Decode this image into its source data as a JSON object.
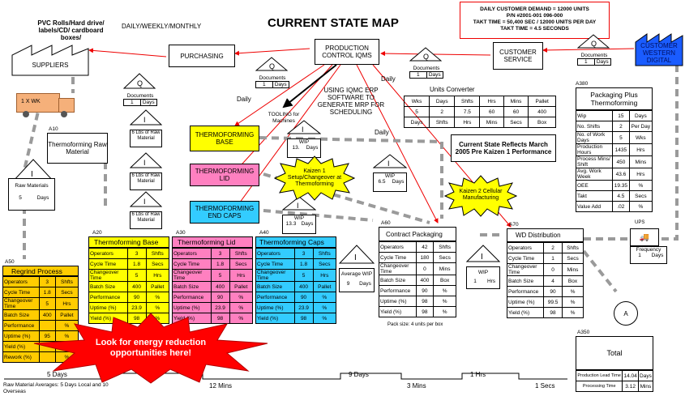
{
  "title": "CURRENT STATE MAP",
  "frequency_top": "DAILY/WEEKLY/MONTHLY",
  "demand": [
    "DAILY CUSTOMER DEMAND = 12000 UNITS",
    "P/N #2001-001 096-000",
    "TAKT TIME = 50,400 SEC / 12000 UNITS PER DAY",
    "TAKT TIME = 4.5 SECONDS"
  ],
  "supplier_label": "PVC Rolls/Hard drive/ labels/CD/ cardboard boxes/",
  "suppliers": "SUPPLIERS",
  "purchasing": "PURCHASING",
  "production_control": "PRODUCTION CONTROL IQMS",
  "customer_service": "CUSTOMER SERVICE",
  "customer": "CUSTOMER WESTERN DIGITAL",
  "documents": [
    {
      "q": "Q",
      "label": "Documents",
      "v": "1",
      "u": "Days"
    },
    {
      "q": "Q",
      "label": "Documents",
      "v": "1",
      "u": "Days"
    },
    {
      "q": "Q",
      "label": "Documents",
      "v": "1",
      "u": "Days"
    },
    {
      "q": "Q",
      "label": "Documents",
      "v": "1",
      "u": "Days"
    }
  ],
  "daily": [
    "Daily",
    "Daily",
    "Daily"
  ],
  "truck": "1 X WK",
  "iqmc_note": "USING IQMC ERP SOFTWARE TO GENERATE MRP FOR SCHEDULING",
  "tooling": "TOOLING for Machines",
  "units_converter": {
    "title": "Units Converter",
    "values": [
      "5",
      "2",
      "7.5",
      "60",
      "60",
      "400"
    ],
    "units": [
      "Wks",
      "Days",
      "Shfts",
      "Hrs",
      "Mins",
      "Secs",
      "Pallet",
      "Box"
    ],
    "top": [
      "Wks",
      "Days",
      "Shfts",
      "Hrs",
      "Mins",
      "Pallet"
    ],
    "bottom": [
      "Days",
      "Shfts",
      "Hrs",
      "Mins",
      "Secs",
      "Box"
    ]
  },
  "current_state_note": "Current State Reflects March 2005 Pre Kaizen 1 Performance",
  "kaizen1": "Kaizen 1 Setup/Changeover at Thermoforming",
  "kaizen2": "Kaizen 2 Cellular Manufacturing",
  "a10": {
    "id": "A10",
    "label": "Thermoforming Raw Material"
  },
  "raw_inv": {
    "label": "Raw Materials",
    "v": "5",
    "u": "Days"
  },
  "lbs": [
    "6 Lbs of Raw Material",
    "6 Lbs of Raw Material",
    "6 Lbs of Raw Material"
  ],
  "thermo_base": "THERMOFORMING BASE",
  "thermo_lid": "THERMOFORMING LID",
  "thermo_caps": "THERMOFORMING END CAPS",
  "wip": [
    {
      "label": "WIP",
      "v": "13.",
      "u": "Days"
    },
    {
      "label": "WIP",
      "v": "6.5",
      "u": "Days"
    },
    {
      "label": "WIP",
      "v": "13.3",
      "u": "Days"
    }
  ],
  "a380": {
    "id": "A380",
    "title": "Packaging Plus Thermoforming",
    "rows": [
      [
        "Wip",
        "15",
        "Days"
      ],
      [
        "No. Shifts",
        "2",
        "Per Day"
      ],
      [
        "No. of Work Days",
        "5",
        "Wks"
      ],
      [
        "Production Hours",
        "1435",
        "Hrs"
      ],
      [
        "Process Mins/ Shift",
        "450",
        "Mins"
      ],
      [
        "Avg. Work Week",
        "43.6",
        "Hrs"
      ],
      [
        "OEE",
        "19.35",
        "%"
      ],
      [
        "Takt",
        "4.5",
        "Secs"
      ],
      [
        "Value Add",
        ".02",
        "%"
      ]
    ]
  },
  "a60": {
    "id": "A60",
    "title": "Contract Packaging",
    "rows": [
      [
        "Operators",
        "42",
        "Shfts"
      ],
      [
        "Cycle Time",
        "180",
        "Secs"
      ],
      [
        "Changeover Time",
        "0",
        "Mins"
      ],
      [
        "Batch Size",
        "400",
        "Box"
      ],
      [
        "Performance",
        "90",
        "%"
      ],
      [
        "Uptime (%)",
        "98",
        "%"
      ],
      [
        "Yield (%)",
        "98",
        "%"
      ]
    ],
    "note": "Pack size: 4 units per box"
  },
  "a70": {
    "id": "A70",
    "title": "WD Distribution",
    "rows": [
      [
        "Operators",
        "2",
        "Shfts"
      ],
      [
        "Cycle Time",
        "1",
        "Secs"
      ],
      [
        "Changeover Time",
        "0",
        "Mins"
      ],
      [
        "Batch Size",
        "4",
        "Box"
      ],
      [
        "Performance",
        "90",
        "%"
      ],
      [
        "Uptime (%)",
        "99.5",
        "%"
      ],
      [
        "Yield (%)",
        "98",
        "%"
      ]
    ]
  },
  "avg_wip": {
    "label": "Average WIP",
    "v": "9",
    "u": "Days"
  },
  "wip_a70": {
    "label": "WIP",
    "v": "1",
    "u": "Hrs"
  },
  "ups": {
    "label": "UPS",
    "freq": "Frequency",
    "v": "1",
    "u": "Days"
  },
  "connector": "A",
  "a20": {
    "id": "A20",
    "title": "Thermoforming Base",
    "rows": [
      [
        "Operators",
        "3",
        "Shfts"
      ],
      [
        "Cycle Time",
        "1.8",
        "Secs"
      ],
      [
        "Changeover Time",
        "5",
        "Hrs"
      ],
      [
        "Batch Size",
        "400",
        "Pallet"
      ],
      [
        "Performance",
        "90",
        "%"
      ],
      [
        "Uptime (%)",
        "23.9",
        "%"
      ],
      [
        "Yield (%)",
        "98",
        "%"
      ]
    ]
  },
  "a30": {
    "id": "A30",
    "title": "Thermoforming Lid",
    "rows": [
      [
        "Operators",
        "3",
        "Shfts"
      ],
      [
        "Cycle Time",
        "1.8",
        "Secs"
      ],
      [
        "Changeover Time",
        "5",
        "Hrs"
      ],
      [
        "Batch Size",
        "400",
        "Pallet"
      ],
      [
        "Performance",
        "90",
        "%"
      ],
      [
        "Uptime (%)",
        "23.9",
        "%"
      ],
      [
        "Yield (%)",
        "98",
        "%"
      ]
    ]
  },
  "a40": {
    "id": "A40",
    "title": "Thermoforming Caps",
    "rows": [
      [
        "Operators",
        "3",
        "Shfts"
      ],
      [
        "Cycle Time",
        "1.8",
        "Secs"
      ],
      [
        "Changeover Time",
        "5",
        "Hrs"
      ],
      [
        "Batch Size",
        "400",
        "Pallet"
      ],
      [
        "Performance",
        "90",
        "%"
      ],
      [
        "Uptime (%)",
        "23.9",
        "%"
      ],
      [
        "Yield (%)",
        "98",
        "%"
      ]
    ]
  },
  "a50": {
    "id": "A50",
    "title": "Regrind Process",
    "rows": [
      [
        "Operators",
        "3",
        "Shfts"
      ],
      [
        "Cycle Time",
        "1.8",
        "Secs"
      ],
      [
        "Changeover Time",
        "5",
        "Hrs"
      ],
      [
        "Batch Size",
        "400",
        "Pallet"
      ],
      [
        "Performance",
        "",
        "%"
      ],
      [
        "Uptime (%)",
        "95",
        "%"
      ],
      [
        "Yield (%)",
        "",
        "%"
      ],
      [
        "Rework (%)",
        "",
        "%"
      ]
    ]
  },
  "a350": {
    "id": "A350",
    "title": "Total",
    "rows": [
      [
        "Production Lead Time",
        "14.04",
        "Days"
      ],
      [
        "Processing Time",
        "3.12",
        "Mins"
      ]
    ]
  },
  "starburst": "Look for energy reduction opportunities here!",
  "timeline": {
    "top": [
      "5  Days",
      "9  Days",
      "1  Hrs"
    ],
    "bottom": [
      "12  Mins",
      "3  Mins",
      "1  Secs"
    ]
  },
  "raw_avg": "Raw Material Averages: 5 Days Local and 10 Overseas",
  "colors": {
    "yellow": "#ffff00",
    "pink": "#ff80c0",
    "cyan": "#33ccff",
    "gold": "#ffcc00",
    "blue": "#1a5cff",
    "red": "#ff0000",
    "gray": "#a6a6a6"
  }
}
